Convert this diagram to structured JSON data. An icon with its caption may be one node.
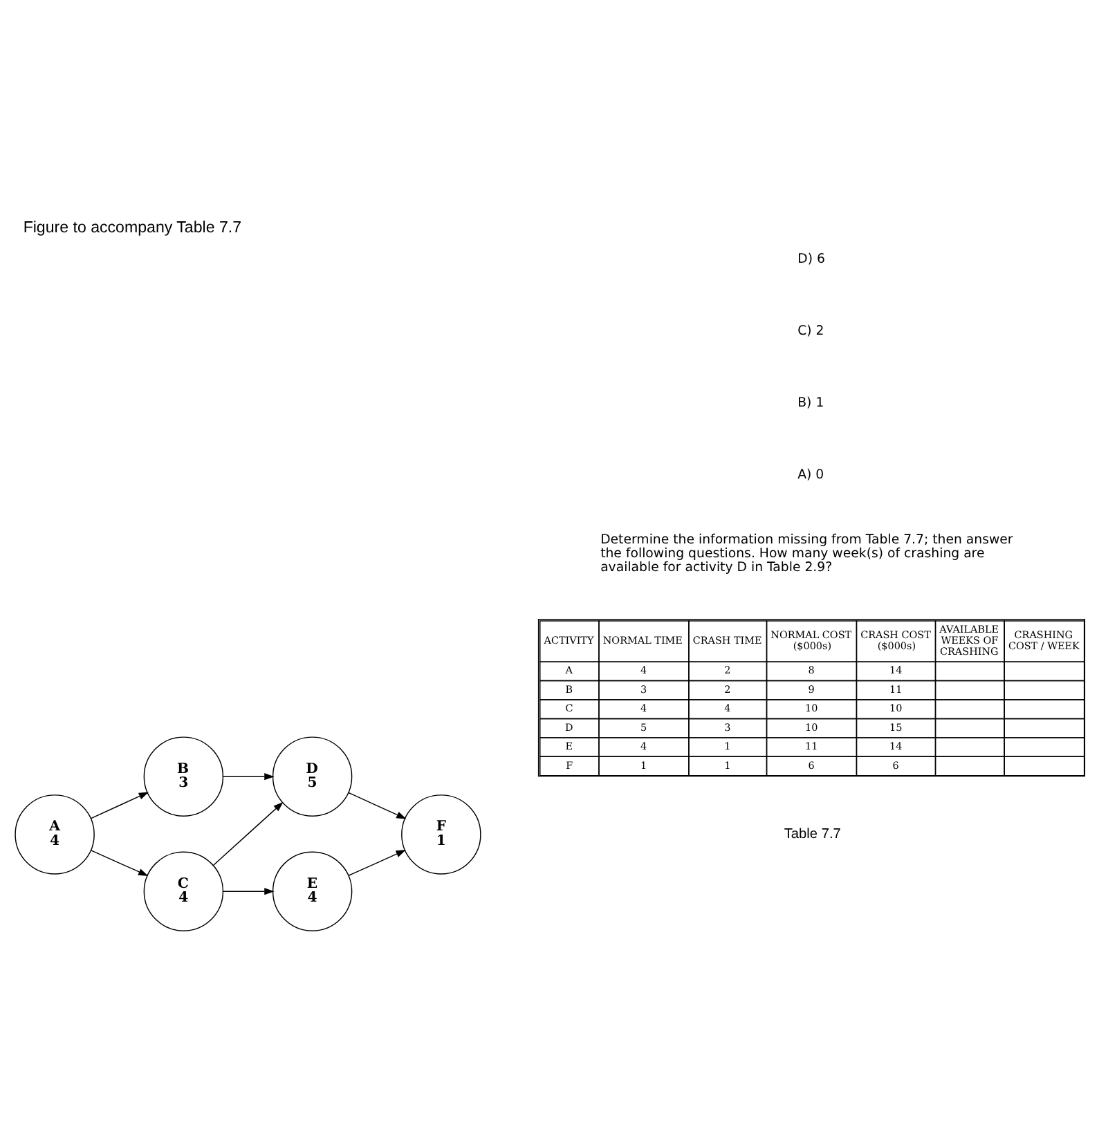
{
  "diagram": {
    "title": "Figure to accompany Table 7.7",
    "nodes": [
      {
        "text": [
          "A",
          "4"
        ]
      },
      {
        "text": [
          "B",
          "3"
        ]
      },
      {
        "text": [
          "C",
          "4"
        ]
      },
      {
        "text": [
          "D",
          "5"
        ]
      },
      {
        "text": [
          "E",
          "4"
        ]
      },
      {
        "text": [
          "F",
          "1"
        ]
      }
    ],
    "edges": [
      {
        "from": 0,
        "to": 1,
        "arrow": "to"
      },
      {
        "from": 0,
        "to": 2,
        "arrow": "to"
      },
      {
        "from": 1,
        "to": 3,
        "arrow": "to"
      },
      {
        "from": 2,
        "to": 3,
        "arrow": "to"
      },
      {
        "from": 2,
        "to": 4,
        "arrow": "to"
      },
      {
        "from": 3,
        "to": 5,
        "arrow": "to"
      },
      {
        "from": 4,
        "to": 5,
        "arrow": "to"
      }
    ],
    "labels": [
      "Table 7.7",
      "ACTIVITY",
      "NORMAL TIME",
      "CRASH TIME",
      "NORMAL COST ($000s)",
      "CRASH COST ($000s)",
      "AVAILABLE WEEKS OF CRASHING",
      "CRASHING COST / WEEK",
      "A",
      "4",
      "2",
      "8",
      "14",
      "B",
      "3",
      "2",
      "9",
      "11",
      "C",
      "4",
      "4",
      "10",
      "10",
      "D",
      "5",
      "3",
      "10",
      "15",
      "E",
      "4",
      "1",
      "11",
      "14",
      "F",
      "1",
      "1",
      "6",
      "6",
      "Determine the information missing from Table 7.7; then answer the following questions. How many week(s) of crashing are available for activity D in Table 2.9?",
      "A) 0",
      "B) 1",
      "C) 2",
      "D) 6"
    ]
  }
}
